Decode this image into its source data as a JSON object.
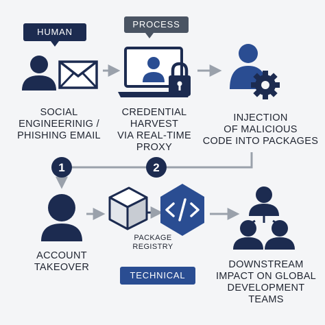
{
  "tags": {
    "human": "HUMAN",
    "process": "PROCESS",
    "technical": "TECHNICAL"
  },
  "steps": {
    "social": "SOCIAL\nENGINEERINIG /\nPHISHING EMAIL",
    "credential": "CREDENTIAL\nHARVEST\nVIA REAL-TIME\nPROXY",
    "injection": "INJECTION\nOF MALICIOUS\nCODE INTO PACKAGES",
    "takeover": "ACCOUNT\nTAKEOVER",
    "registry": "PACKAGE\nREGISTRY",
    "downstream": "DOWNSTREAM\nIMPACT ON GLOBAL\nDEVELOPMENT\nTEAMS"
  },
  "badges": {
    "one": "1",
    "two": "2"
  },
  "icons": {
    "user_email": "user-with-envelope-icon",
    "laptop_lock": "laptop-with-padlock-icon",
    "user_gear": "user-with-gear-icon",
    "user": "user-icon",
    "package": "package-box-icon",
    "code": "code-hexagon-icon",
    "team": "team-group-icon"
  },
  "colors": {
    "navy": "#1c2b50",
    "blue": "#2a4d92",
    "gray_tag": "#4a5463",
    "arrow": "#9aa1ab"
  }
}
